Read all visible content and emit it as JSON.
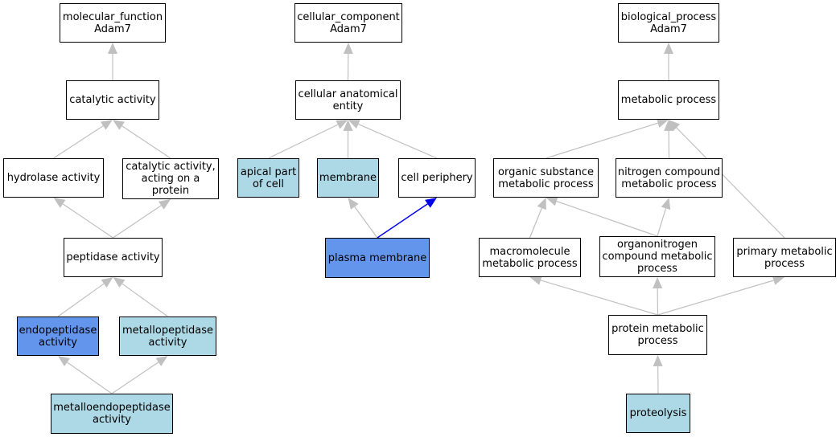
{
  "colors": {
    "edge_default": "#c0c0c0",
    "edge_highlight": "#0000ee",
    "node_default": "#ffffff",
    "node_annotated": "#add8e6",
    "node_selected": "#6495ed"
  },
  "nodes": [
    {
      "id": "mf_root",
      "label": "molecular_function\nAdam7",
      "style": "default"
    },
    {
      "id": "catalytic",
      "label": "catalytic activity",
      "style": "default"
    },
    {
      "id": "hydrolase",
      "label": "hydrolase activity",
      "style": "default"
    },
    {
      "id": "catalytic_protein",
      "label": "catalytic activity,\nacting on a\nprotein",
      "style": "default"
    },
    {
      "id": "peptidase",
      "label": "peptidase activity",
      "style": "default"
    },
    {
      "id": "endopeptidase",
      "label": "endopeptidase\nactivity",
      "style": "selected"
    },
    {
      "id": "metallopeptidase",
      "label": "metallopeptidase\nactivity",
      "style": "annotated"
    },
    {
      "id": "metalloendopeptidase",
      "label": "metalloendopeptidase\nactivity",
      "style": "annotated"
    },
    {
      "id": "cc_root",
      "label": "cellular_component\nAdam7",
      "style": "default"
    },
    {
      "id": "anatomical",
      "label": "cellular anatomical\nentity",
      "style": "default"
    },
    {
      "id": "apical",
      "label": "apical part\nof cell",
      "style": "annotated"
    },
    {
      "id": "membrane",
      "label": "membrane",
      "style": "annotated"
    },
    {
      "id": "periphery",
      "label": "cell periphery",
      "style": "default"
    },
    {
      "id": "plasma",
      "label": "plasma membrane",
      "style": "selected"
    },
    {
      "id": "bp_root",
      "label": "biological_process\nAdam7",
      "style": "default"
    },
    {
      "id": "metabolic",
      "label": "metabolic process",
      "style": "default"
    },
    {
      "id": "organic",
      "label": "organic substance\nmetabolic process",
      "style": "default"
    },
    {
      "id": "nitrogen",
      "label": "nitrogen compound\nmetabolic process",
      "style": "default"
    },
    {
      "id": "macromolecule",
      "label": "macromolecule\nmetabolic process",
      "style": "default"
    },
    {
      "id": "organonitrogen",
      "label": "organonitrogen\ncompound metabolic\nprocess",
      "style": "default"
    },
    {
      "id": "primary",
      "label": "primary metabolic\nprocess",
      "style": "default"
    },
    {
      "id": "protein_metabolic",
      "label": "protein metabolic\nprocess",
      "style": "default"
    },
    {
      "id": "proteolysis",
      "label": "proteolysis",
      "style": "annotated"
    }
  ],
  "edges": [
    {
      "from": "catalytic",
      "to": "mf_root",
      "highlight": false
    },
    {
      "from": "hydrolase",
      "to": "catalytic",
      "highlight": false
    },
    {
      "from": "catalytic_protein",
      "to": "catalytic",
      "highlight": false
    },
    {
      "from": "peptidase",
      "to": "hydrolase",
      "highlight": false
    },
    {
      "from": "peptidase",
      "to": "catalytic_protein",
      "highlight": false
    },
    {
      "from": "endopeptidase",
      "to": "peptidase",
      "highlight": false
    },
    {
      "from": "metallopeptidase",
      "to": "peptidase",
      "highlight": false
    },
    {
      "from": "metalloendopeptidase",
      "to": "endopeptidase",
      "highlight": false
    },
    {
      "from": "metalloendopeptidase",
      "to": "metallopeptidase",
      "highlight": false
    },
    {
      "from": "anatomical",
      "to": "cc_root",
      "highlight": false
    },
    {
      "from": "apical",
      "to": "anatomical",
      "highlight": false
    },
    {
      "from": "membrane",
      "to": "anatomical",
      "highlight": false
    },
    {
      "from": "periphery",
      "to": "anatomical",
      "highlight": false
    },
    {
      "from": "plasma",
      "to": "membrane",
      "highlight": false
    },
    {
      "from": "plasma",
      "to": "periphery",
      "highlight": true
    },
    {
      "from": "metabolic",
      "to": "bp_root",
      "highlight": false
    },
    {
      "from": "organic",
      "to": "metabolic",
      "highlight": false
    },
    {
      "from": "nitrogen",
      "to": "metabolic",
      "highlight": false
    },
    {
      "from": "primary",
      "to": "metabolic",
      "highlight": false
    },
    {
      "from": "macromolecule",
      "to": "organic",
      "highlight": false
    },
    {
      "from": "organonitrogen",
      "to": "organic",
      "highlight": false
    },
    {
      "from": "organonitrogen",
      "to": "nitrogen",
      "highlight": false
    },
    {
      "from": "protein_metabolic",
      "to": "macromolecule",
      "highlight": false
    },
    {
      "from": "protein_metabolic",
      "to": "organonitrogen",
      "highlight": false
    },
    {
      "from": "protein_metabolic",
      "to": "primary",
      "highlight": false
    },
    {
      "from": "proteolysis",
      "to": "protein_metabolic",
      "highlight": false
    }
  ]
}
